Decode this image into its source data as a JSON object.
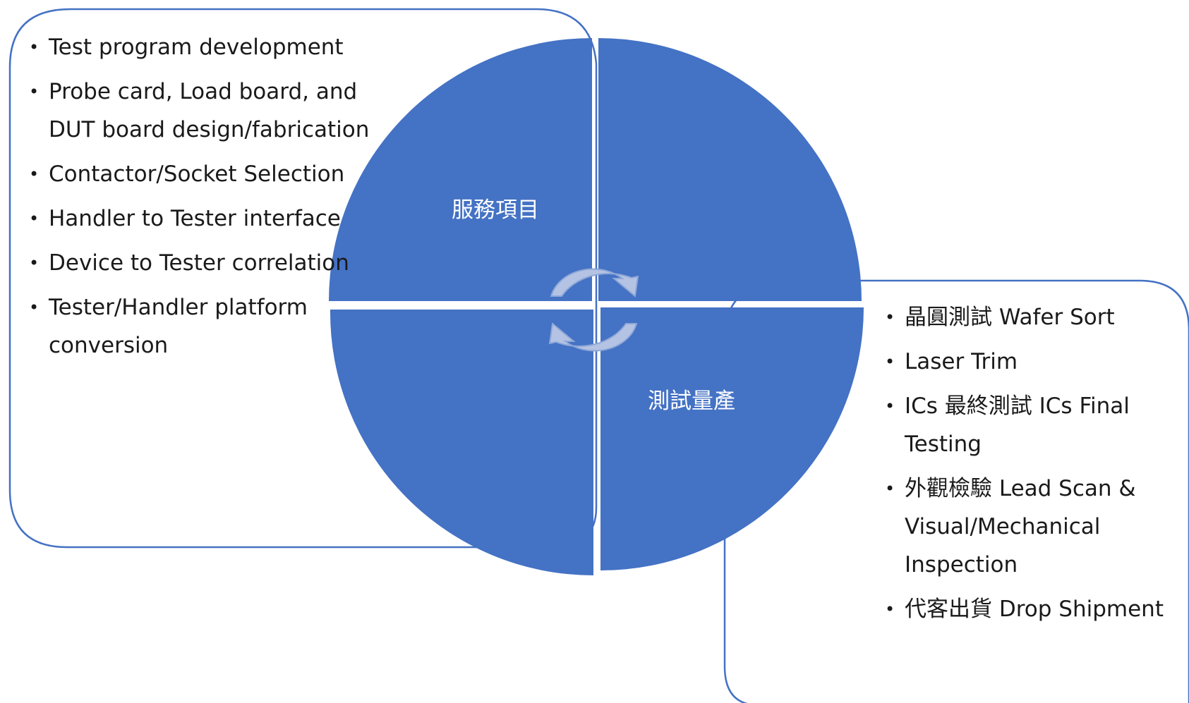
{
  "colors": {
    "quadrant_fill": "#4472C4",
    "box_border": "#4472C4",
    "divider": "#ffffff",
    "arrow_fill": "#B4C3E3",
    "arrow_stroke": "#8EA7D8",
    "text": "#1a1a1a",
    "label_text": "#ffffff"
  },
  "left_box": {
    "items": [
      "Test program development",
      "Probe card, Load board, and DUT board design/fabrication",
      "Contactor/Socket Selection",
      "Handler to Tester interface",
      "Device to Tester correlation",
      "Tester/Handler platform conversion"
    ]
  },
  "right_box": {
    "items": [
      "晶圓測試 Wafer Sort",
      "Laser Trim",
      "ICs 最終測試 ICs Final Testing",
      "外觀檢驗 Lead Scan & Visual/Mechanical Inspection",
      "代客出貨 Drop Shipment"
    ]
  },
  "quadrants": {
    "top_left_label": "服務項目",
    "bottom_right_label": "測試量產"
  },
  "center_icon": "cycle-arrows-icon"
}
